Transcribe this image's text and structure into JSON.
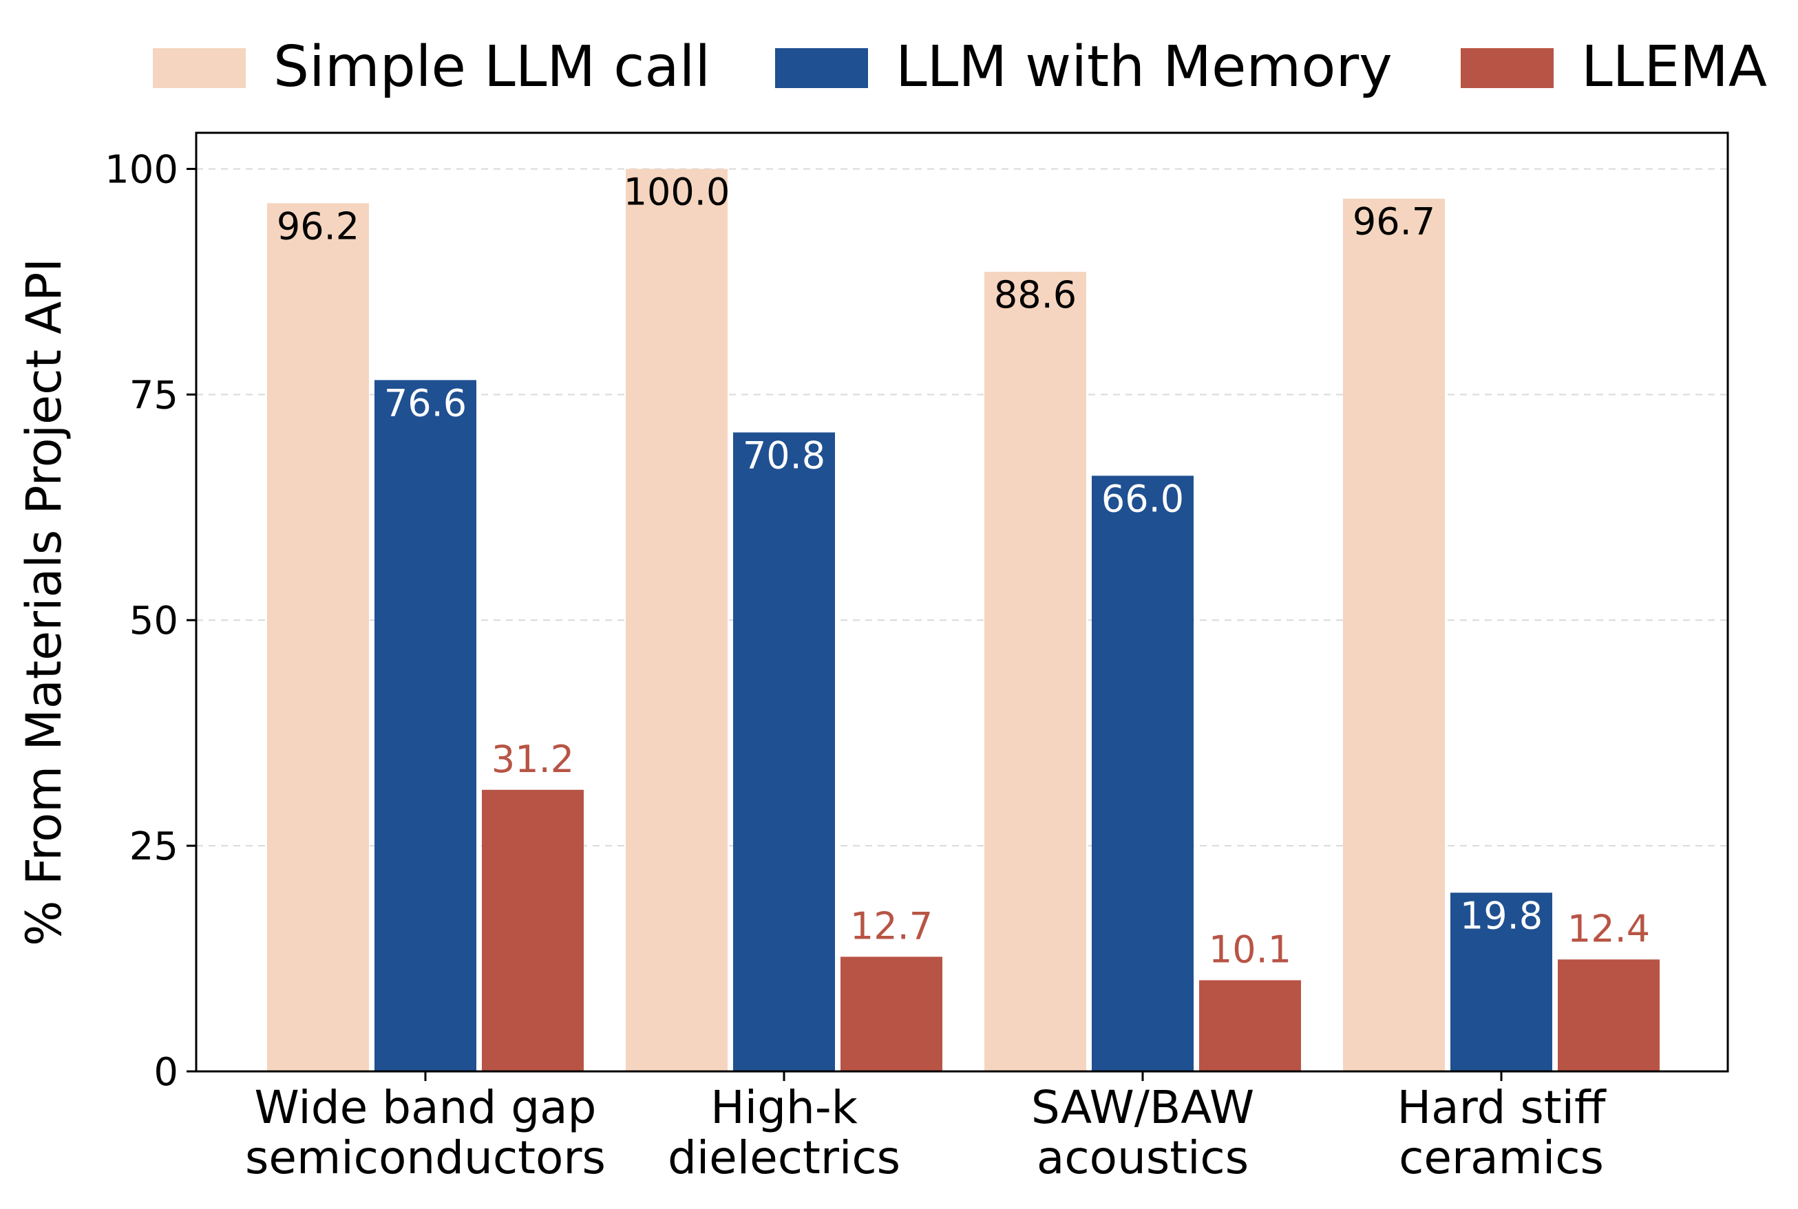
{
  "chart_data": {
    "type": "bar",
    "ylabel": "% From Materials Project API",
    "xlabel": "",
    "ylim": [
      0,
      104
    ],
    "yticks": [
      0,
      25,
      50,
      75,
      100
    ],
    "grid": "horizontal dashed",
    "legend_placement": "top, above plot",
    "categories": [
      [
        "Wide band gap",
        "semiconductors"
      ],
      [
        "High-k",
        "dielectrics"
      ],
      [
        "SAW/BAW",
        "acoustics"
      ],
      [
        "Hard stiff",
        "ceramics"
      ]
    ],
    "series": [
      {
        "name": "Simple LLM call",
        "color": "#F5D5BF",
        "label_color": "#000000",
        "label_position": "inside-top",
        "values": [
          96.2,
          100.0,
          88.6,
          96.7
        ],
        "labels": [
          "96.2",
          "100.0",
          "88.6",
          "96.7"
        ]
      },
      {
        "name": "LLM with Memory",
        "color": "#1F5091",
        "label_color": "#FFFFFF",
        "label_position": "inside-top",
        "values": [
          76.6,
          70.8,
          66.0,
          19.8
        ],
        "labels": [
          "76.6",
          "70.8",
          "66.0",
          "19.8"
        ]
      },
      {
        "name": "LLEMA",
        "color": "#B85445",
        "label_color": "#B85445",
        "label_position": "above",
        "values": [
          31.2,
          12.7,
          10.1,
          12.4
        ],
        "labels": [
          "31.2",
          "12.7",
          "10.1",
          "12.4"
        ]
      }
    ]
  }
}
